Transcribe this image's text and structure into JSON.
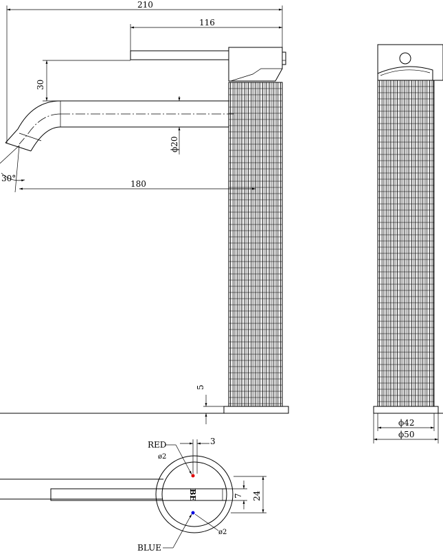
{
  "dimensions": {
    "overall_width": "210",
    "spout_length": "116",
    "spout_drop": "30",
    "spout_diameter": "ϕ20",
    "reach": "180",
    "angle": "30°",
    "base_height": "5",
    "body_diameter": "ϕ42",
    "base_diameter": "ϕ50",
    "hole_offset": "3",
    "hole_size_top": "ø2",
    "hole_size_bottom": "ø2",
    "slot_width": "7",
    "handle_width": "24"
  },
  "labels": {
    "red": "RED",
    "blue": "BLUE",
    "marking": "BE"
  },
  "colors": {
    "red_marker": "#e00000",
    "blue_marker": "#0000e0",
    "line": "#000000"
  }
}
